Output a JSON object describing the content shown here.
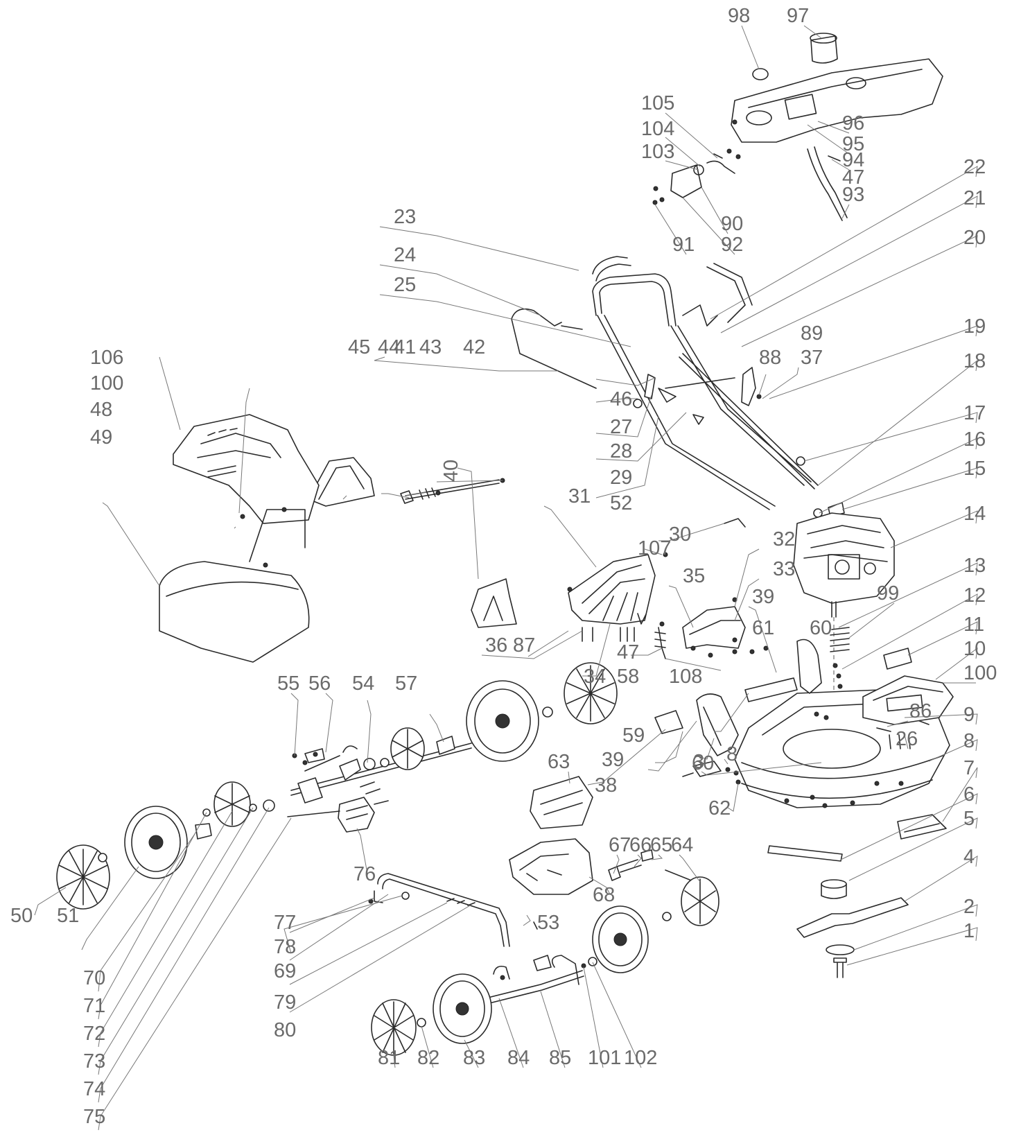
{
  "labels": [
    "1",
    "2",
    "3",
    "4",
    "5",
    "6",
    "7",
    "8",
    "8",
    "9",
    "10",
    "11",
    "12",
    "13",
    "14",
    "15",
    "16",
    "17",
    "18",
    "19",
    "20",
    "21",
    "22",
    "23",
    "24",
    "25",
    "26",
    "27",
    "28",
    "29",
    "30",
    "31",
    "32",
    "33",
    "34",
    "35",
    "36",
    "37",
    "38",
    "39",
    "39",
    "40",
    "41",
    "42",
    "43",
    "44",
    "45",
    "46",
    "47",
    "47",
    "48",
    "49",
    "50",
    "51",
    "52",
    "53",
    "54",
    "55",
    "56",
    "57",
    "58",
    "59",
    "60",
    "60",
    "61",
    "62",
    "63",
    "64",
    "65",
    "66",
    "67",
    "68",
    "69",
    "70",
    "71",
    "72",
    "73",
    "74",
    "75",
    "76",
    "77",
    "78",
    "79",
    "80",
    "81",
    "82",
    "83",
    "84",
    "85",
    "86",
    "87",
    "88",
    "89",
    "90",
    "91",
    "92",
    "93",
    "94",
    "95",
    "96",
    "97",
    "98",
    "99",
    "100",
    "100",
    "101",
    "102",
    "103",
    "104",
    "105",
    "106",
    "107",
    "108"
  ]
}
